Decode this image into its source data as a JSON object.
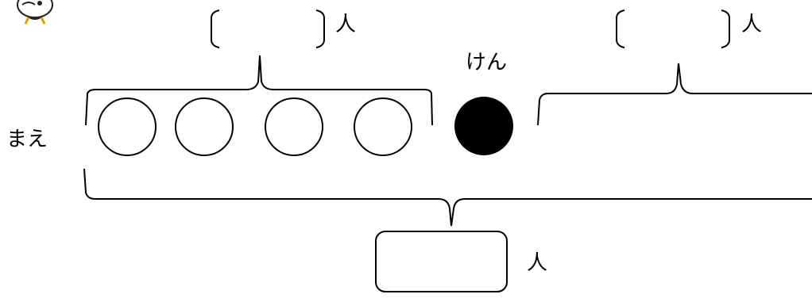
{
  "labels": {
    "front": "まえ",
    "ken": "けん",
    "unit_left": "人",
    "unit_right": "人",
    "unit_total": "人"
  },
  "diagram": {
    "people_before_ken": 4,
    "ken_marker": "filled-circle",
    "answer_boxes": [
      "left-count-brackets",
      "right-count-brackets",
      "total-count-box"
    ]
  },
  "icons": {
    "mascot": "duck-mascot-icon"
  }
}
